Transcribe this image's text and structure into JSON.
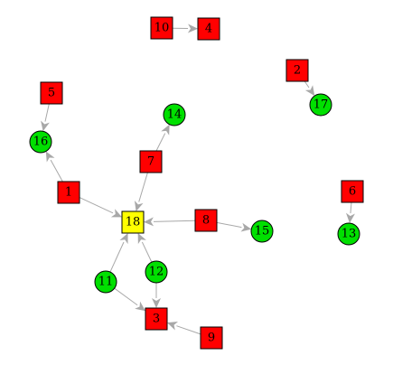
{
  "colors": {
    "square_red": "#ff0000",
    "square_yellow": "#ffff00",
    "circle_green": "#00e000",
    "edge": "#a8a8a8",
    "outline": "#000000"
  },
  "nodes": [
    {
      "id": "1",
      "label": "1",
      "shape": "square",
      "color": "#ff0000"
    },
    {
      "id": "2",
      "label": "2",
      "shape": "square",
      "color": "#ff0000"
    },
    {
      "id": "3",
      "label": "3",
      "shape": "square",
      "color": "#ff0000"
    },
    {
      "id": "4",
      "label": "4",
      "shape": "square",
      "color": "#ff0000"
    },
    {
      "id": "5",
      "label": "5",
      "shape": "square",
      "color": "#ff0000"
    },
    {
      "id": "6",
      "label": "6",
      "shape": "square",
      "color": "#ff0000"
    },
    {
      "id": "7",
      "label": "7",
      "shape": "square",
      "color": "#ff0000"
    },
    {
      "id": "8",
      "label": "8",
      "shape": "square",
      "color": "#ff0000"
    },
    {
      "id": "9",
      "label": "9",
      "shape": "square",
      "color": "#ff0000"
    },
    {
      "id": "10",
      "label": "10",
      "shape": "square",
      "color": "#ff0000"
    },
    {
      "id": "11",
      "label": "11",
      "shape": "circle",
      "color": "#00e000"
    },
    {
      "id": "12",
      "label": "12",
      "shape": "circle",
      "color": "#00e000"
    },
    {
      "id": "13",
      "label": "13",
      "shape": "circle",
      "color": "#00e000"
    },
    {
      "id": "14",
      "label": "14",
      "shape": "circle",
      "color": "#00e000"
    },
    {
      "id": "15",
      "label": "15",
      "shape": "circle",
      "color": "#00e000"
    },
    {
      "id": "16",
      "label": "16",
      "shape": "circle",
      "color": "#00e000"
    },
    {
      "id": "17",
      "label": "17",
      "shape": "circle",
      "color": "#00e000"
    },
    {
      "id": "18",
      "label": "18",
      "shape": "square",
      "color": "#ffff00"
    }
  ],
  "edges": [
    {
      "from": "10",
      "to": "4"
    },
    {
      "from": "2",
      "to": "17"
    },
    {
      "from": "5",
      "to": "16"
    },
    {
      "from": "1",
      "to": "16"
    },
    {
      "from": "1",
      "to": "18"
    },
    {
      "from": "7",
      "to": "14"
    },
    {
      "from": "7",
      "to": "18"
    },
    {
      "from": "8",
      "to": "18"
    },
    {
      "from": "8",
      "to": "15"
    },
    {
      "from": "6",
      "to": "13"
    },
    {
      "from": "11",
      "to": "18"
    },
    {
      "from": "11",
      "to": "3"
    },
    {
      "from": "12",
      "to": "18"
    },
    {
      "from": "12",
      "to": "3"
    },
    {
      "from": "9",
      "to": "3"
    }
  ]
}
